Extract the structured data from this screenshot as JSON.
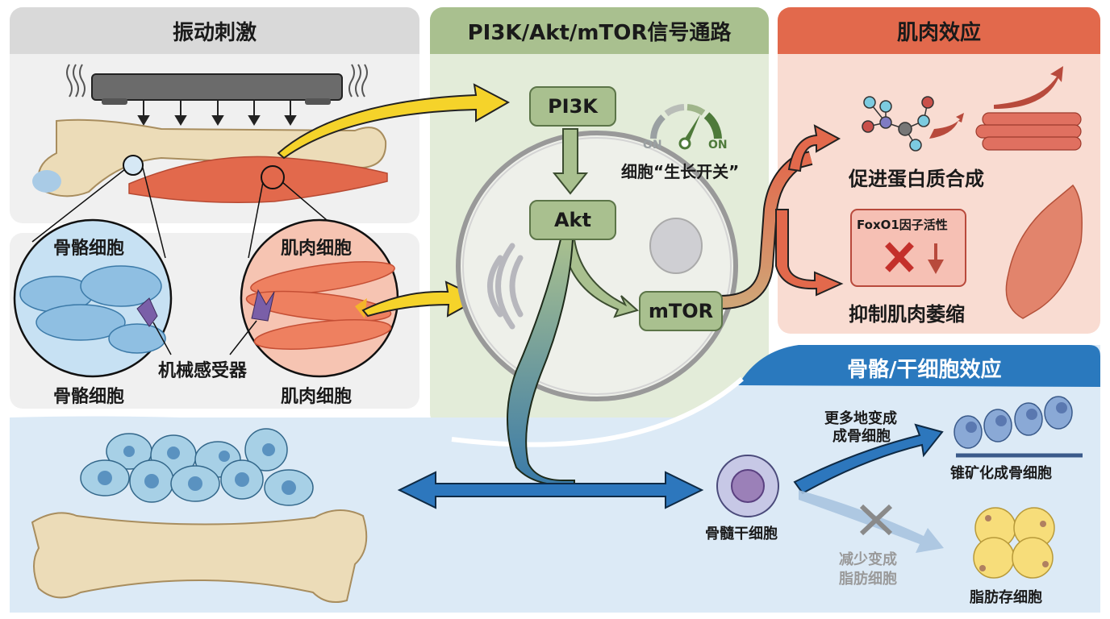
{
  "panels": {
    "vibration": {
      "title": "振动刺激",
      "bone_cell_label_top": "骨骼细胞",
      "bone_cell_label_bottom": "骨骼细胞",
      "muscle_cell_label_top": "肌肉细胞",
      "muscle_cell_label_bottom": "肌肉细胞",
      "mechanoreceptor_label": "机械感受器"
    },
    "pathway": {
      "title": "PI3K/Akt/mTOR信号通路",
      "nodes": [
        "PI3K",
        "Akt",
        "mTOR"
      ],
      "gauge": {
        "left_label": "ON",
        "right_label": "ON",
        "caption": "细胞“生长开关”"
      }
    },
    "muscle": {
      "title": "肌肉效应",
      "protein_synthesis": "促进蛋白质合成",
      "foxo1_box_label": "FoxO1因子活性",
      "atrophy_inhibition": "抑制肌肉萎缩"
    },
    "bone": {
      "title": "骨骼/干细胞效应",
      "stem_cell_label": "骨髓干细胞",
      "more_osteoblast_line1": "更多地变成",
      "more_osteoblast_line2": "成骨细胞",
      "mineralizing_osteoblast": "锥矿化成骨细胞",
      "less_fat_line1": "减少变成",
      "less_fat_line2": "脂肪细胞",
      "fat_cell_label": "脂肪存细胞"
    }
  },
  "colors": {
    "vibration_header": "#d9d9d9",
    "vibration_bg": "#f0f0f0",
    "pathway_header": "#a9c08f",
    "pathway_bg": "#e3ecd9",
    "muscle_header": "#e2694c",
    "muscle_bg": "#f9dcd2",
    "bone_header": "#2a79be",
    "bone_bg": "#dceaf6",
    "yellow_arrow": "#f5d32a",
    "blue_arrow": "#2d77bd"
  }
}
